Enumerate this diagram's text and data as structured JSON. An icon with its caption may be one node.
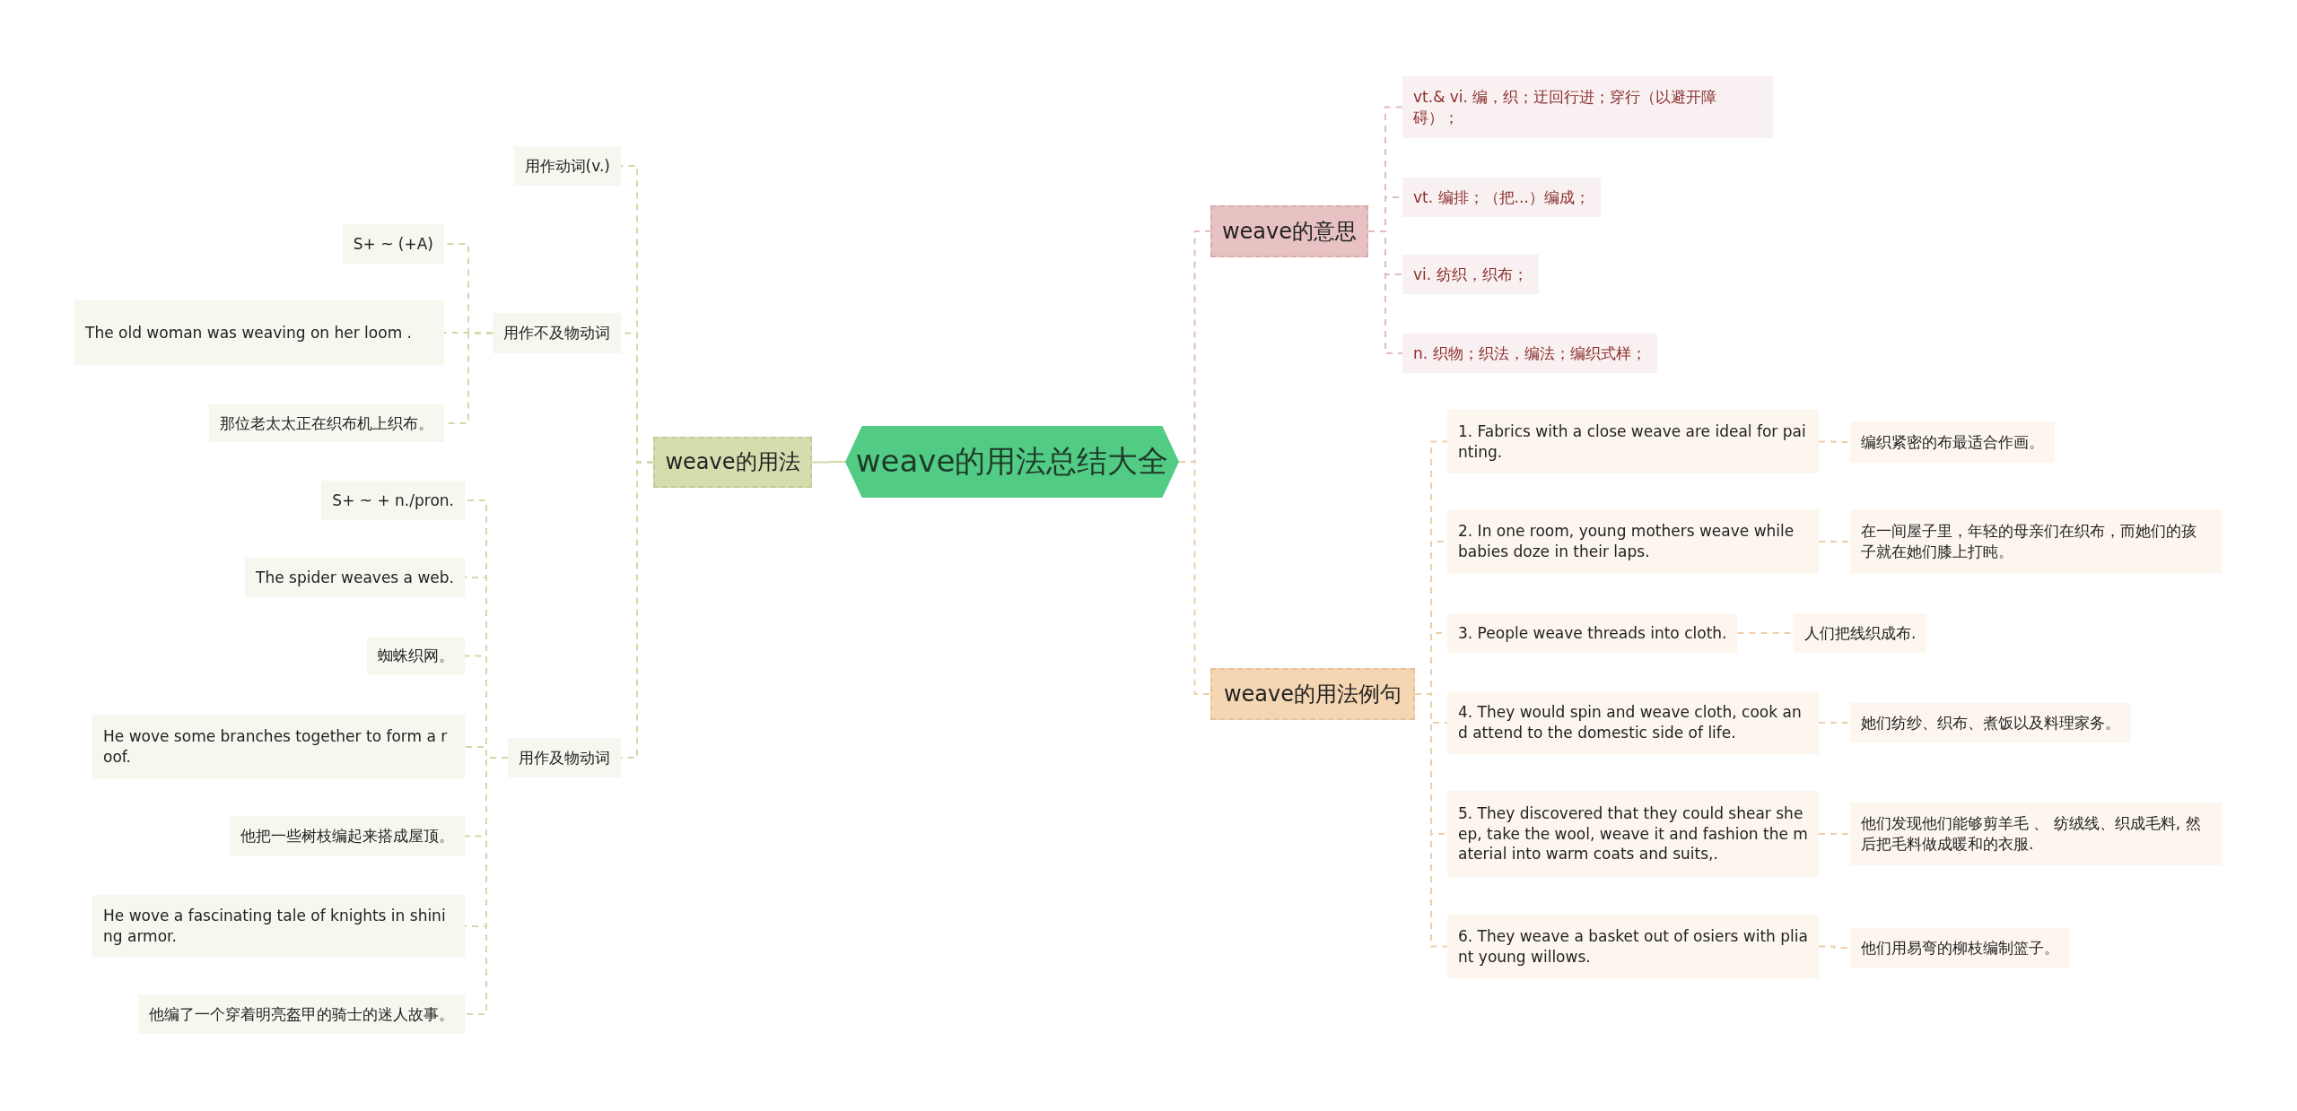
{
  "diagram": {
    "nodes": [
      {
        "text": [
          "weave的用法总结大全"
        ]
      },
      {
        "text": [
          "weave的用法"
        ]
      },
      {
        "text": [
          "用作动词(v.)"
        ]
      },
      {
        "text": [
          "用作不及物动词"
        ]
      },
      {
        "text": [
          "S+ ~ (+A)"
        ]
      },
      {
        "text": [
          "The old woman was weaving on her loom ."
        ]
      },
      {
        "text": [
          "那位老太太正在织布机上织布。"
        ]
      },
      {
        "text": [
          "用作及物动词"
        ]
      },
      {
        "text": [
          "S+ ~ + n./pron."
        ]
      },
      {
        "text": [
          "The spider weaves a web."
        ]
      },
      {
        "text": [
          "蜘蛛织网。"
        ]
      },
      {
        "text": [
          "He wove some branches together to form a roof."
        ]
      },
      {
        "text": [
          "他把一些树枝编起来搭成屋顶。"
        ]
      },
      {
        "text": [
          "He wove a fascinating tale of knights in shining armor."
        ]
      },
      {
        "text": [
          "他编了一个穿着明亮盔甲的骑士的迷人故事。"
        ]
      },
      {
        "text": [
          "weave的意思"
        ]
      },
      {
        "text": [
          "vt.& vi. 编，织；迂回行进；穿行（以避开障碍）；"
        ]
      },
      {
        "text": [
          "vt. 编排；（把...）编成；"
        ]
      },
      {
        "text": [
          "vi. 纺织，织布；"
        ]
      },
      {
        "text": [
          "n. 织物；织法，编法；编织式样；"
        ]
      },
      {
        "text": [
          "weave的用法例句"
        ]
      },
      {
        "text": [
          "1. Fabrics with a close weave are ideal for painting."
        ]
      },
      {
        "text": [
          "编织紧密的布最适合作画。"
        ]
      },
      {
        "text": [
          "2. In one room, young mothers weave while babies doze in their laps."
        ]
      },
      {
        "text": [
          "在一间屋子里，年轻的母亲们在织布，而她们的孩子就在她们膝上打盹。"
        ]
      },
      {
        "text": [
          "3. People weave threads into cloth."
        ]
      },
      {
        "text": [
          "人们把线织成布."
        ]
      },
      {
        "text": [
          "4. They would spin and weave cloth, cook and attend to the domestic side of life."
        ]
      },
      {
        "text": [
          "她们纺纱、织布、煮饭以及料理家务。"
        ]
      },
      {
        "text": [
          "5. They discovered that they could shear sheep, take the wool, weave it and fashion the material into warm coats and suits,."
        ]
      },
      {
        "text": [
          "他们发现他们能够剪羊毛 、 纺绒线、织成毛料, 然后把毛料做成暖和的衣服."
        ]
      },
      {
        "text": [
          "6. They weave a basket out of osiers with pliant young willows."
        ]
      },
      {
        "text": [
          "他们用易弯的柳枝编制篮子。"
        ]
      }
    ],
    "edges": [
      {
        "from": 0,
        "to": 1,
        "arrow": "none",
        "color": "#d3d9a8"
      },
      {
        "from": 1,
        "to": 2,
        "arrow": "none",
        "style": "dashed",
        "color": "#d3d9a8"
      },
      {
        "from": 1,
        "to": 3,
        "arrow": "none",
        "style": "dashed",
        "color": "#d3d9a8"
      },
      {
        "from": 1,
        "to": 7,
        "arrow": "none",
        "style": "dashed",
        "color": "#d3d9a8"
      },
      {
        "from": 3,
        "to": 4,
        "arrow": "none",
        "style": "dashed",
        "color": "#d3d9a8"
      },
      {
        "from": 3,
        "to": 5,
        "arrow": "none",
        "style": "dashed",
        "color": "#d3d9a8"
      },
      {
        "from": 3,
        "to": 6,
        "arrow": "none",
        "style": "dashed",
        "color": "#d3d9a8"
      },
      {
        "from": 7,
        "to": 8,
        "arrow": "none",
        "style": "dashed",
        "color": "#d3d9a8"
      },
      {
        "from": 7,
        "to": 9,
        "arrow": "none",
        "style": "dashed",
        "color": "#d3d9a8"
      },
      {
        "from": 7,
        "to": 10,
        "arrow": "none",
        "style": "dashed",
        "color": "#d3d9a8"
      },
      {
        "from": 7,
        "to": 11,
        "arrow": "none",
        "style": "dashed",
        "color": "#d3d9a8"
      },
      {
        "from": 7,
        "to": 12,
        "arrow": "none",
        "style": "dashed",
        "color": "#d3d9a8"
      },
      {
        "from": 7,
        "to": 13,
        "arrow": "none",
        "style": "dashed",
        "color": "#d3d9a8"
      },
      {
        "from": 7,
        "to": 14,
        "arrow": "none",
        "style": "dashed",
        "color": "#d3d9a8"
      },
      {
        "from": 0,
        "to": 15,
        "arrow": "none",
        "style": "dashed",
        "color": "#e2bcbc"
      },
      {
        "from": 15,
        "to": 16,
        "arrow": "none",
        "style": "dashed",
        "color": "#e2bcbc"
      },
      {
        "from": 15,
        "to": 17,
        "arrow": "none",
        "style": "dashed",
        "color": "#e2bcbc"
      },
      {
        "from": 15,
        "to": 18,
        "arrow": "none",
        "style": "dashed",
        "color": "#e2bcbc"
      },
      {
        "from": 15,
        "to": 19,
        "arrow": "none",
        "style": "dashed",
        "color": "#e2bcbc"
      },
      {
        "from": 0,
        "to": 20,
        "arrow": "none",
        "style": "dashed",
        "color": "#efcfa8"
      },
      {
        "from": 20,
        "to": 21,
        "arrow": "none",
        "style": "dashed",
        "color": "#efcfa8"
      },
      {
        "from": 20,
        "to": 23,
        "arrow": "none",
        "style": "dashed",
        "color": "#efcfa8"
      },
      {
        "from": 20,
        "to": 25,
        "arrow": "none",
        "style": "dashed",
        "color": "#efcfa8"
      },
      {
        "from": 20,
        "to": 27,
        "arrow": "none",
        "style": "dashed",
        "color": "#efcfa8"
      },
      {
        "from": 20,
        "to": 29,
        "arrow": "none",
        "style": "dashed",
        "color": "#efcfa8"
      },
      {
        "from": 20,
        "to": 31,
        "arrow": "none",
        "style": "dashed",
        "color": "#efcfa8"
      },
      {
        "from": 21,
        "to": 22,
        "arrow": "none",
        "style": "dashed",
        "color": "#efcfa8"
      },
      {
        "from": 23,
        "to": 24,
        "arrow": "none",
        "style": "dashed",
        "color": "#efcfa8"
      },
      {
        "from": 25,
        "to": 26,
        "arrow": "none",
        "style": "dashed",
        "color": "#efcfa8"
      },
      {
        "from": 27,
        "to": 28,
        "arrow": "none",
        "style": "dashed",
        "color": "#efcfa8"
      },
      {
        "from": 29,
        "to": 30,
        "arrow": "none",
        "style": "dashed",
        "color": "#efcfa8"
      },
      {
        "from": 31,
        "to": 32,
        "arrow": "none",
        "style": "dashed",
        "color": "#efcfa8"
      }
    ]
  }
}
